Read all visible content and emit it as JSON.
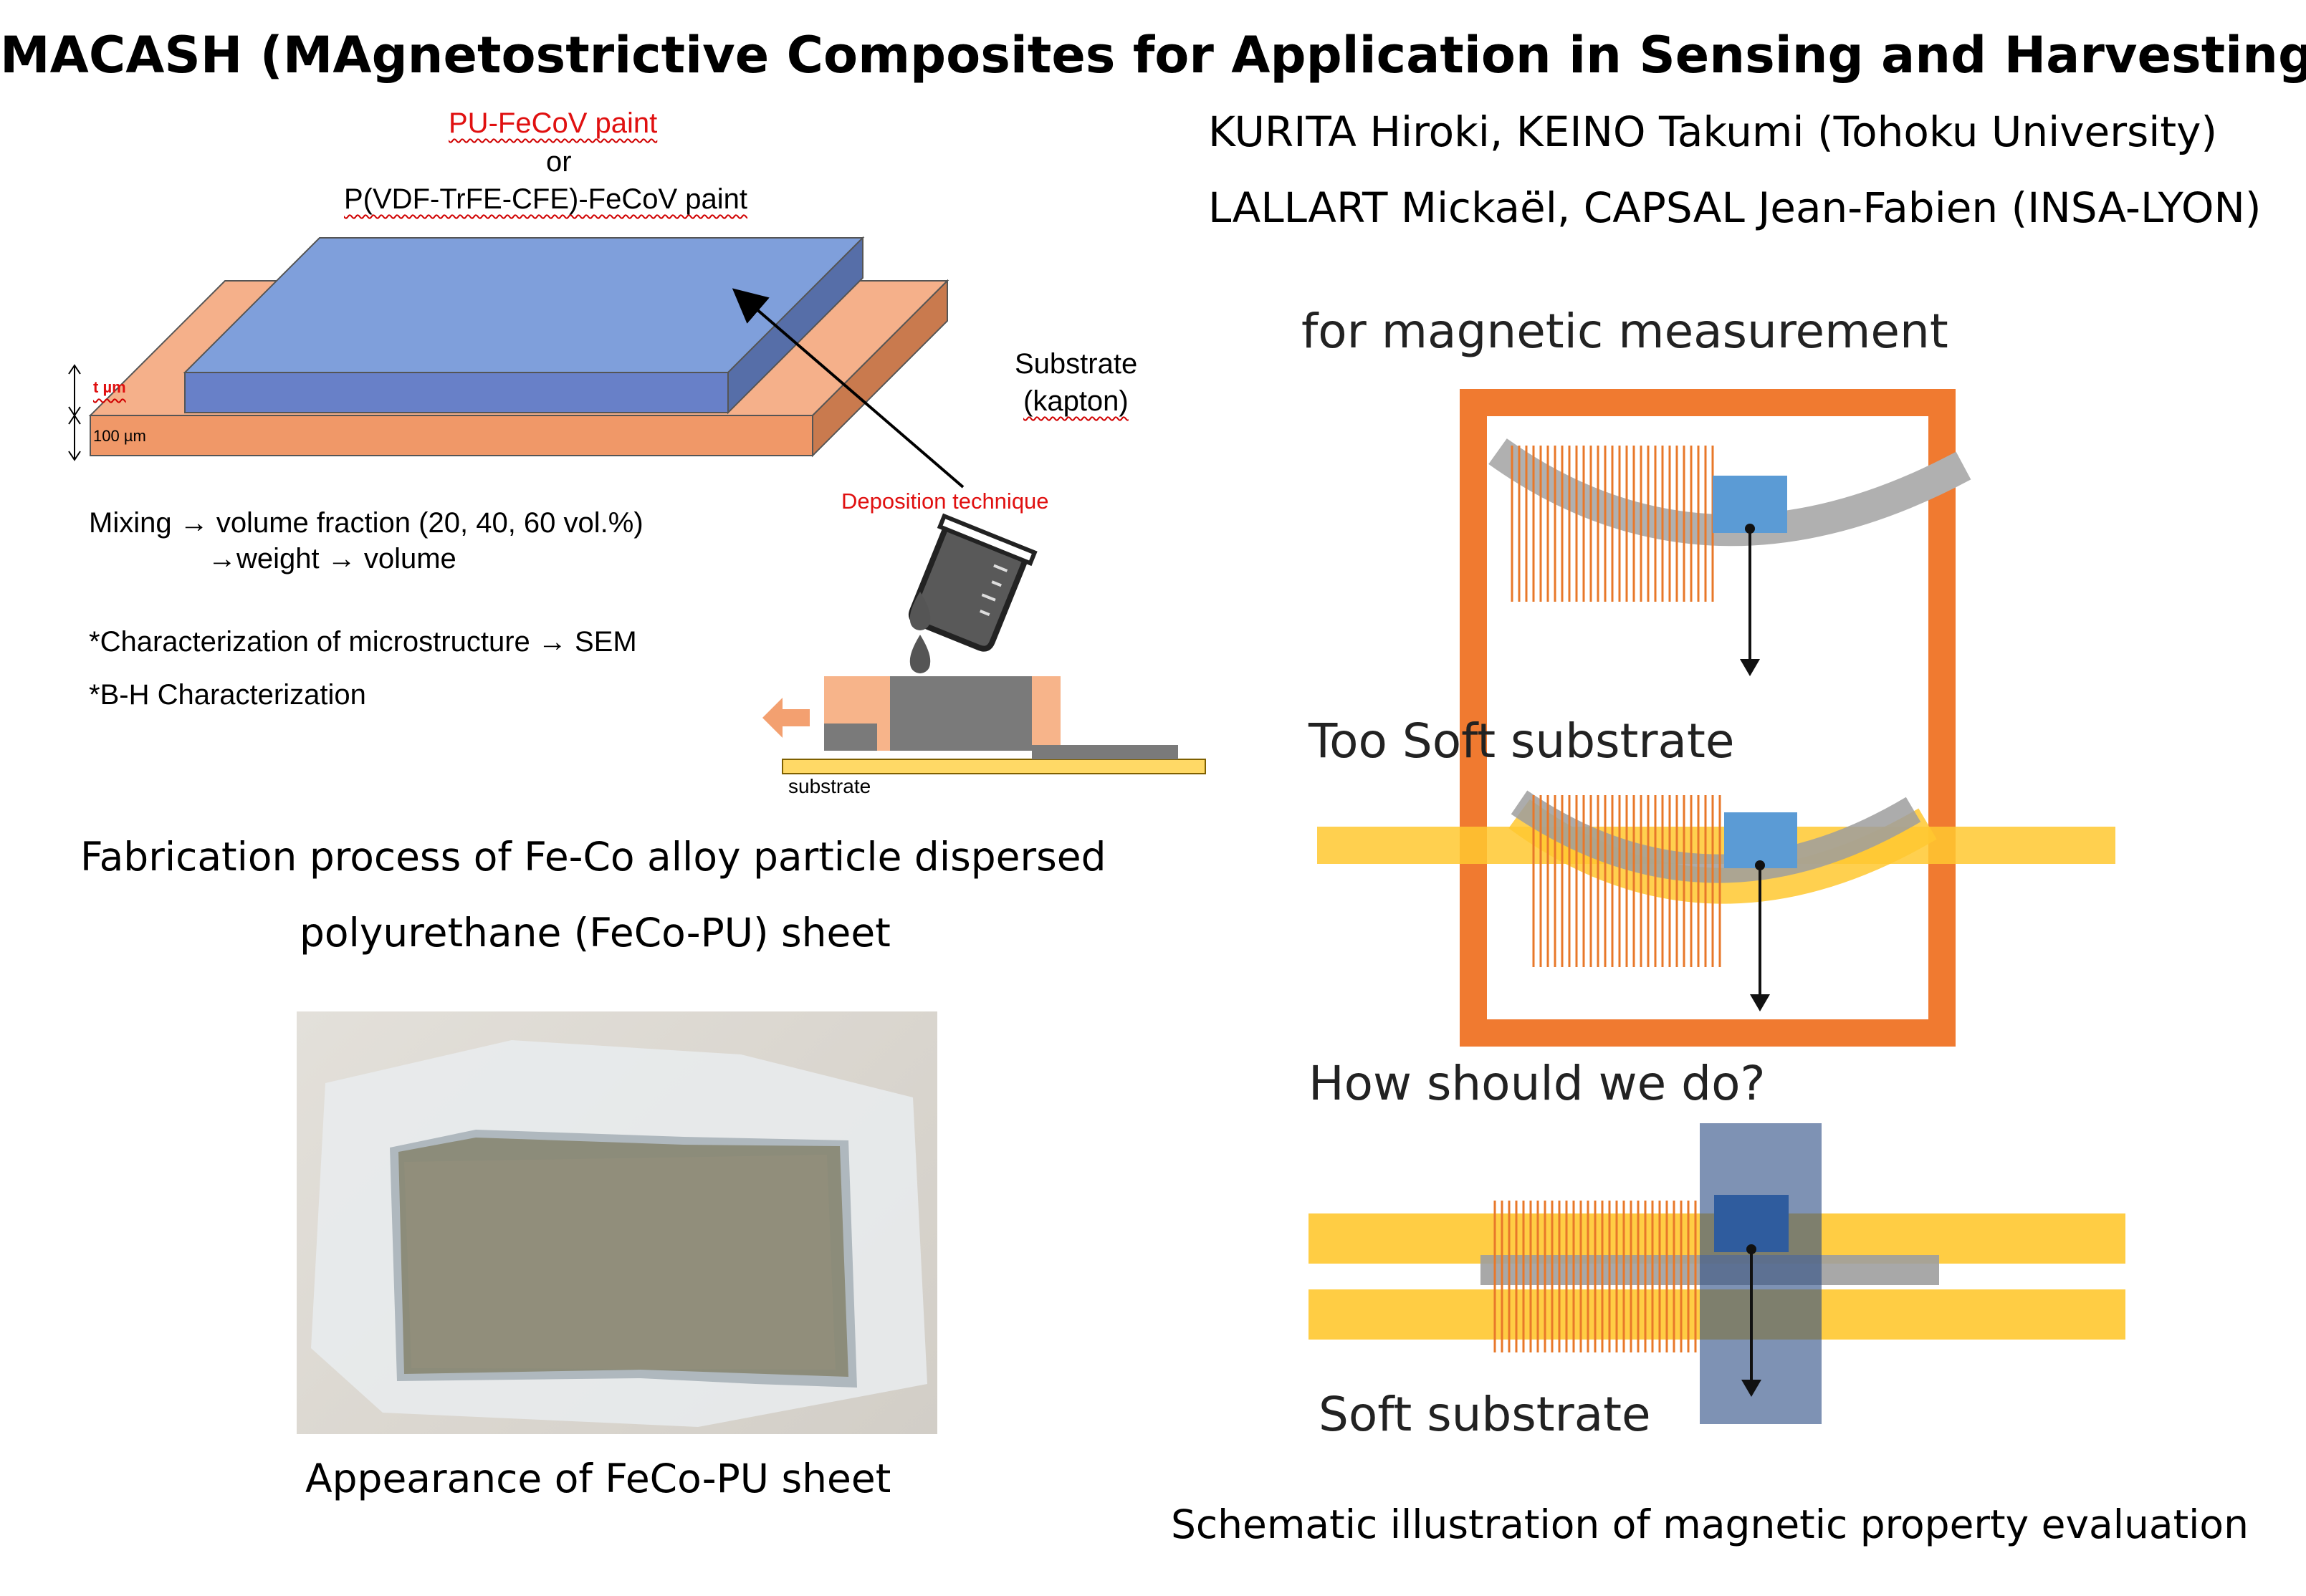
{
  "title": "MACASH (MAgnetostrictive Composites for Application in Sensing and Harvesting)",
  "authors": {
    "line1": "KURITA Hiroki, KEINO Takumi (Tohoku University)",
    "line2": "LALLART Mickaël, CAPSAL Jean-Fabien (INSA-LYON)"
  },
  "fabrication": {
    "paint_option1": "PU-FeCoV paint",
    "paint_or": "or",
    "paint_option2": "P(VDF-TrFE-CFE)-FeCoV paint",
    "thickness_t": "t µm",
    "thickness_100": "100 µm",
    "substrate_label": "Substrate",
    "substrate_type": "(kapton)",
    "deposition": "Deposition technique",
    "substrate_small": "substrate",
    "mixing_line1": "Mixing → volume fraction (20, 40, 60 vol.%)",
    "mixing_line2": "→weight → volume",
    "char_sem": "*Characterization of microstructure → SEM",
    "char_bh": "*B-H Characterization",
    "caption_line1": "Fabrication process of Fe-Co alloy particle dispersed",
    "caption_line2": "polyurethane (FeCo-PU) sheet"
  },
  "photo_caption": "Appearance of FeCo-PU sheet",
  "measurement": {
    "heading": "for magnetic measurement",
    "too_soft": "Too Soft substrate",
    "question": "How should we do?",
    "soft": "Soft substrate",
    "caption": "Schematic illustration of magnetic property evaluation"
  },
  "colors": {
    "paint_blue": "#6f8fd0",
    "substrate_orange": "#f09868",
    "frame_orange": "#f07a30",
    "yellow_substrate": "#ffc830",
    "sensor_blue": "#5b9bd5",
    "gray_beam": "#a6a6a6",
    "coil_orange": "#e8782a"
  }
}
